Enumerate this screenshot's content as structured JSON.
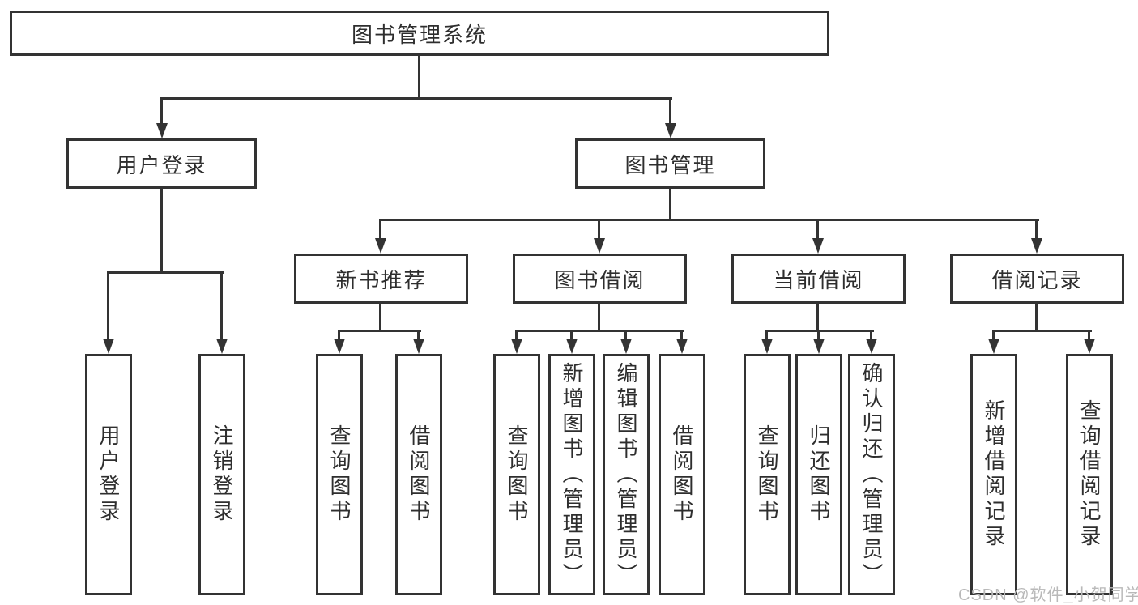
{
  "root": {
    "label": "图书管理系统"
  },
  "user_login_branch": {
    "label": "用户登录",
    "children": [
      {
        "label": "用户登录"
      },
      {
        "label": "注销登录"
      }
    ]
  },
  "book_management_branch": {
    "label": "图书管理",
    "sections": [
      {
        "label": "新书推荐",
        "children": [
          {
            "label": "查询图书"
          },
          {
            "label": "借阅图书"
          }
        ]
      },
      {
        "label": "图书借阅",
        "children": [
          {
            "label": "查询图书"
          },
          {
            "label": "新增图书（管理员）"
          },
          {
            "label": "编辑图书（管理员）"
          },
          {
            "label": "借阅图书"
          }
        ]
      },
      {
        "label": "当前借阅",
        "children": [
          {
            "label": "查询图书"
          },
          {
            "label": "归还图书"
          },
          {
            "label": "确认归还（管理员）"
          }
        ]
      },
      {
        "label": "借阅记录",
        "children": [
          {
            "label": "新增借阅记录"
          },
          {
            "label": "查询借阅记录"
          }
        ]
      }
    ]
  },
  "watermark": "CSDN @软件_小贺同学",
  "colors": {
    "line": "#333333",
    "text": "#2e2e2e",
    "watermark": "#b9b9b9",
    "background": "#ffffff"
  }
}
